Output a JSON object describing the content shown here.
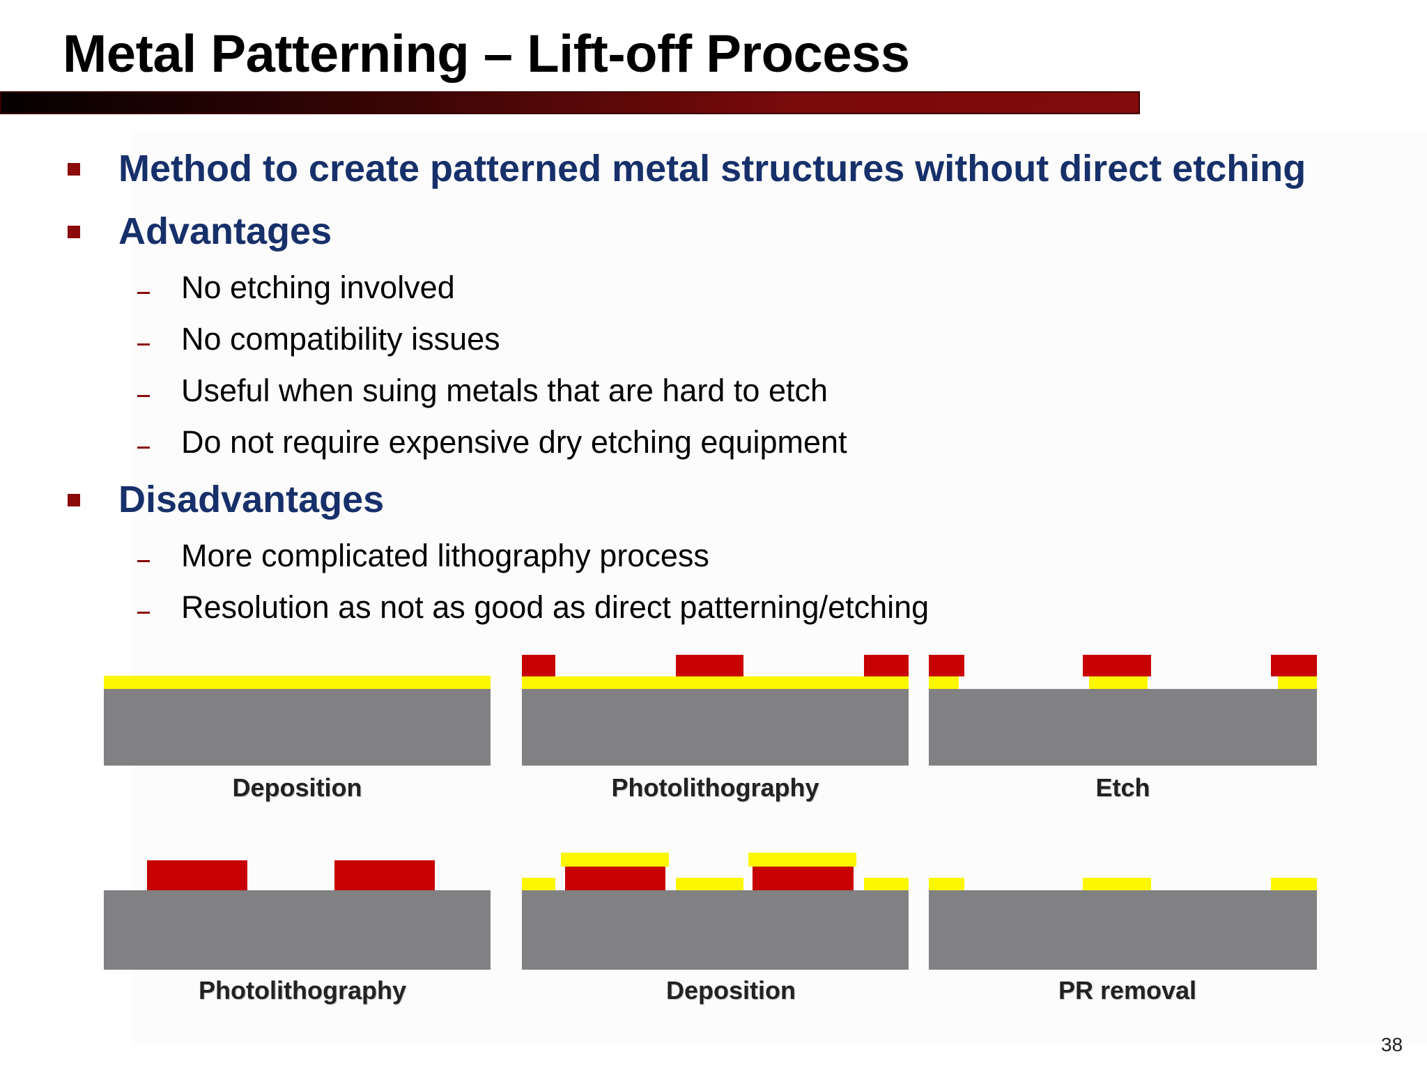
{
  "slide": {
    "title": "Metal Patterning – Lift-off Process",
    "page_number": "38"
  },
  "bullets": [
    {
      "text": "Method to create patterned metal structures without direct etching",
      "sub": []
    },
    {
      "text": "Advantages",
      "sub": [
        "No etching involved",
        "No compatibility issues",
        "Useful when suing metals that are hard to etch",
        "Do not require expensive dry etching equipment"
      ]
    },
    {
      "text": "Disadvantages",
      "sub": [
        "More complicated lithography process",
        "Resolution as not as good as direct patterning/etching"
      ]
    }
  ],
  "diagrams": {
    "top_row": [
      "Deposition",
      "Photolithography",
      "Etch"
    ],
    "bottom_row": [
      "Photolithography",
      "Deposition",
      "PR removal"
    ]
  },
  "colors": {
    "substrate": "#818083",
    "metal": "#fbf701",
    "photoresist": "#c80202",
    "accent": "#8b0a0a",
    "heading": "#17306a"
  }
}
